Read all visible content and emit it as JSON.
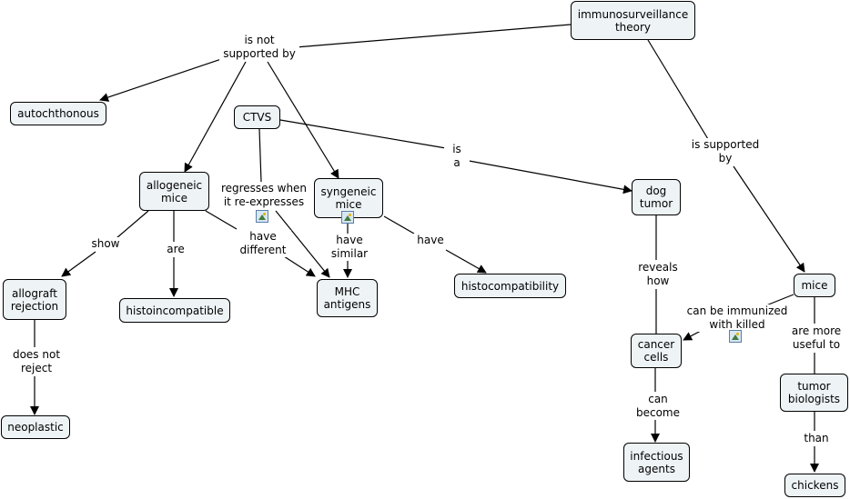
{
  "nodes": {
    "immunosurveillance": "immunosurveillance\ntheory",
    "autochthonous": "autochthonous",
    "ctvs": "CTVS",
    "allogeneic": "allogeneic\nmice",
    "syngeneic": "syngeneic\nmice",
    "dog_tumor": "dog\ntumor",
    "mice": "mice",
    "allograft": "allograft\nrejection",
    "histoincompatible": "histoincompatible",
    "mhc": "MHC\nantigens",
    "histocompatibility": "histocompatibility",
    "cancer_cells": "cancer\ncells",
    "tumor_biologists": "tumor\nbiologists",
    "neoplastic": "neoplastic",
    "infectious": "infectious\nagents",
    "chickens": "chickens"
  },
  "links": {
    "not_supported": "is not\nsupported by",
    "supported": "is supported\nby",
    "is_a": "is\na",
    "regresses": "regresses when\nit re-expresses",
    "show": "show",
    "are": "are",
    "have_different": "have\ndifferent",
    "have_similar": "have\nsimilar",
    "have": "have",
    "reveals_how": "reveals\nhow",
    "immunized": "can be immunized\nwith killed",
    "more_useful": "are more\nuseful to",
    "does_not_reject": "does not\nreject",
    "can_become": "can\nbecome",
    "than": "than"
  },
  "icons": [
    "image-attachment-icon",
    "image-attachment-icon",
    "image-attachment-icon"
  ],
  "colors": {
    "node_fill": "#eef3f6",
    "line": "#000000"
  }
}
